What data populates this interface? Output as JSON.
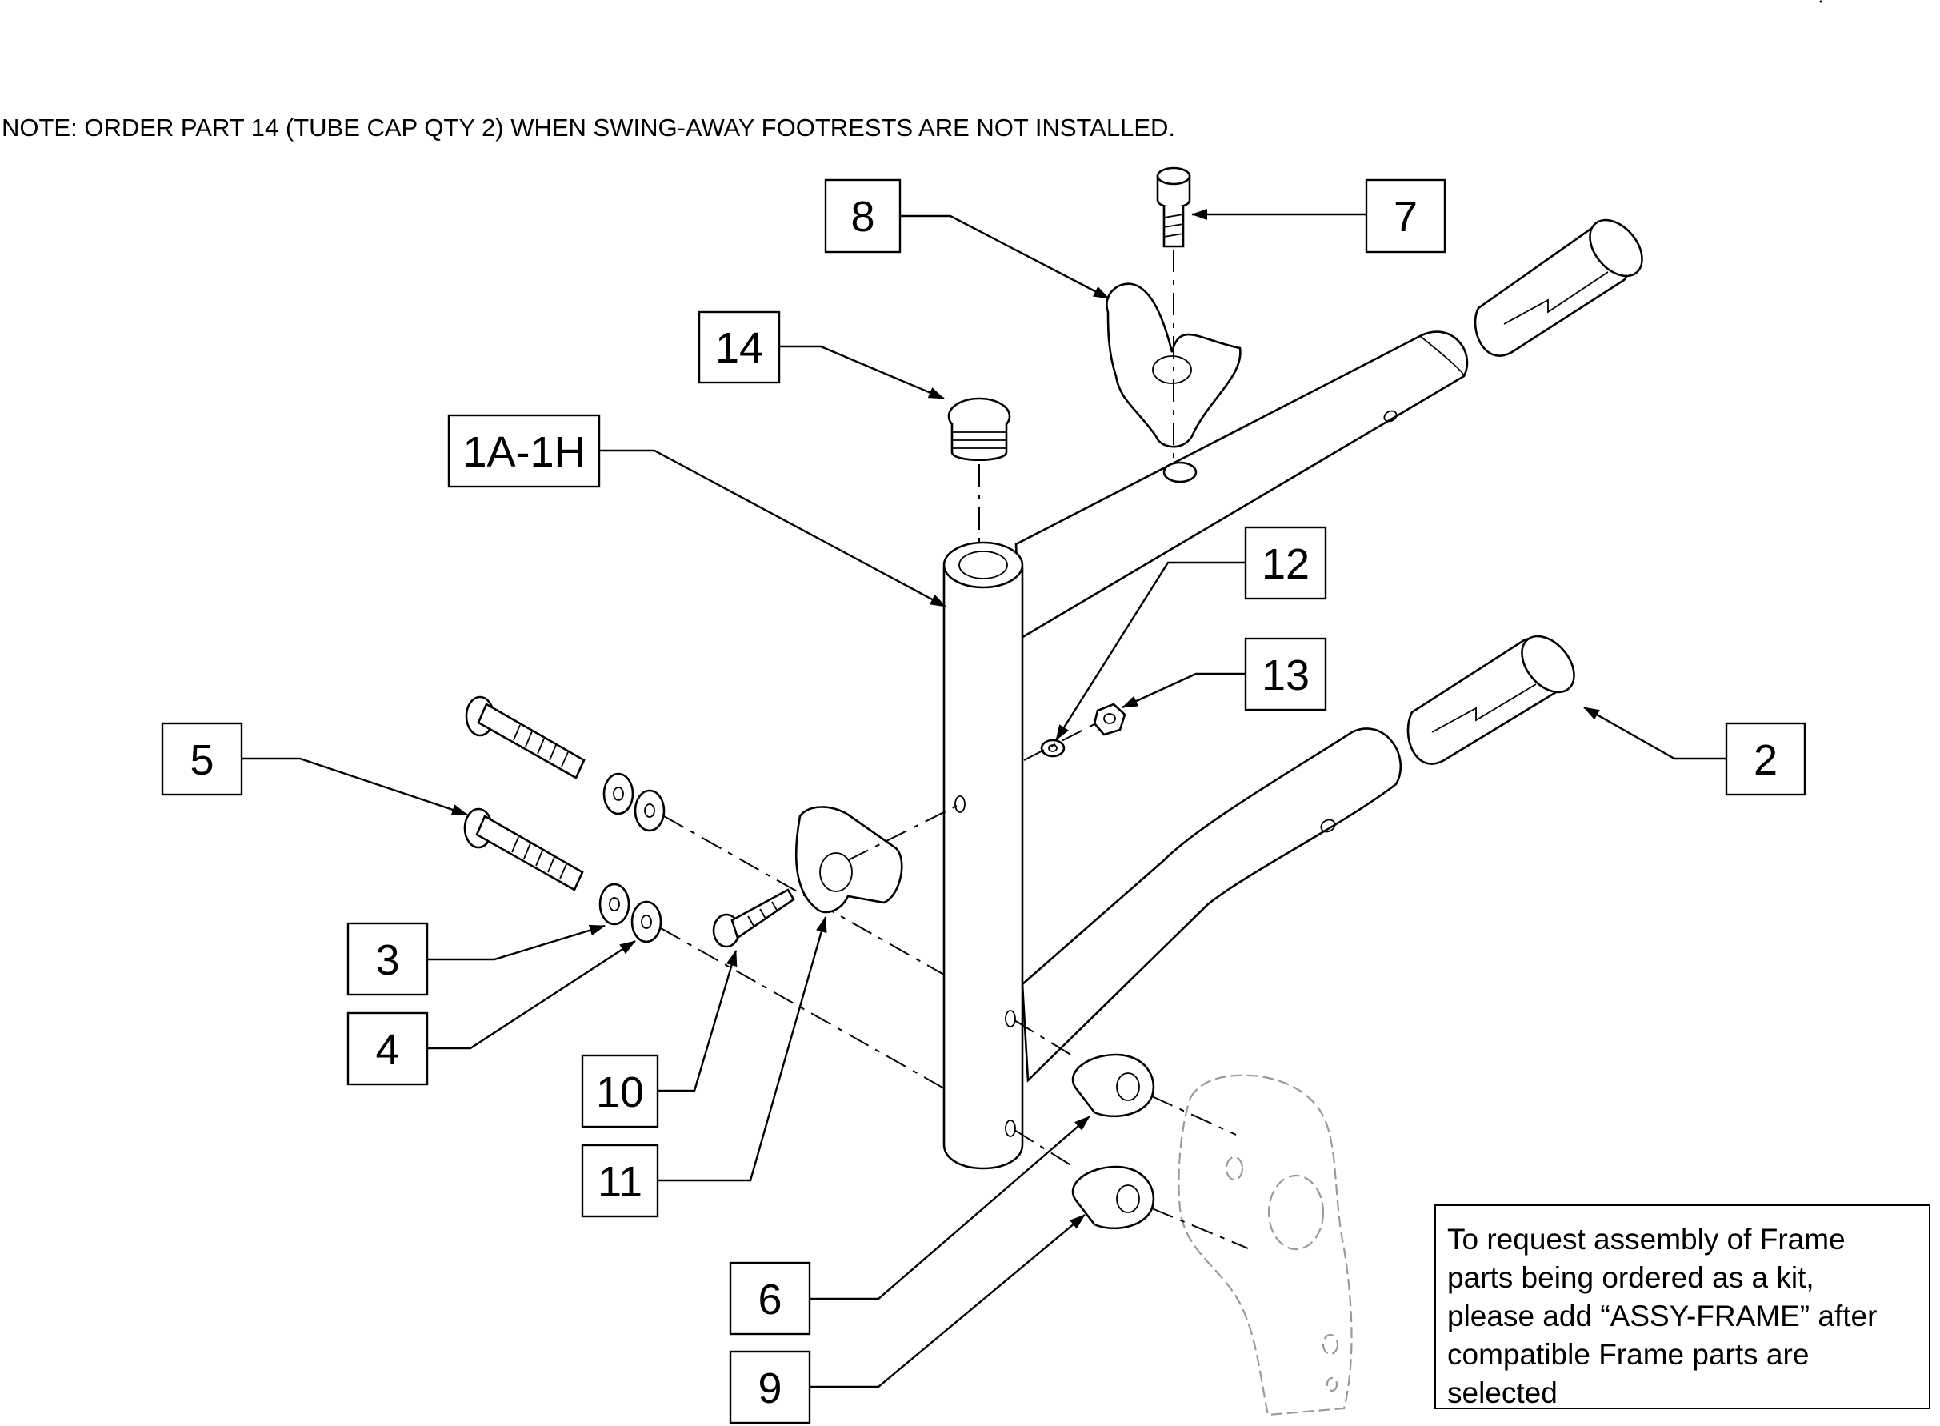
{
  "note": "NOTE: ORDER PART 14 (TUBE CAP QTY 2) WHEN SWING-AWAY FOOTRESTS ARE NOT INSTALLED.",
  "callouts": [
    "8",
    "7",
    "14",
    "1A-1H",
    "12",
    "13",
    "5",
    "2",
    "3",
    "4",
    "10",
    "11",
    "6",
    "9"
  ],
  "info_box": {
    "lines": [
      "To request assembly of Frame",
      "parts being ordered as a kit,",
      "please add “ASSY-FRAME” after",
      "compatible Frame parts are",
      "selected"
    ]
  }
}
